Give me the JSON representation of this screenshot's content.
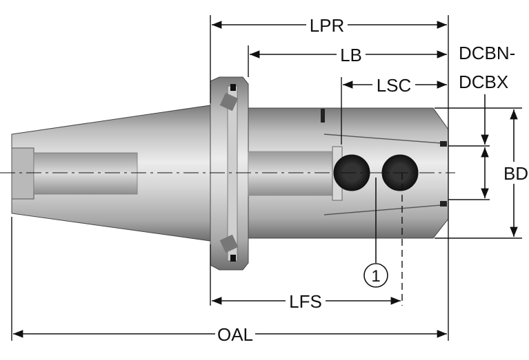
{
  "dimensions": {
    "lpr": "LPR",
    "lb": "LB",
    "lsc": "LSC",
    "dcbn": "DCBN-",
    "dcbx": "DCBX",
    "bd": "BD",
    "lfs": "LFS",
    "oal": "OAL"
  },
  "callout": "1",
  "colors": {
    "line": "#111111",
    "body_light": "#e6e6e6",
    "body_dark": "#8a8a8a"
  }
}
